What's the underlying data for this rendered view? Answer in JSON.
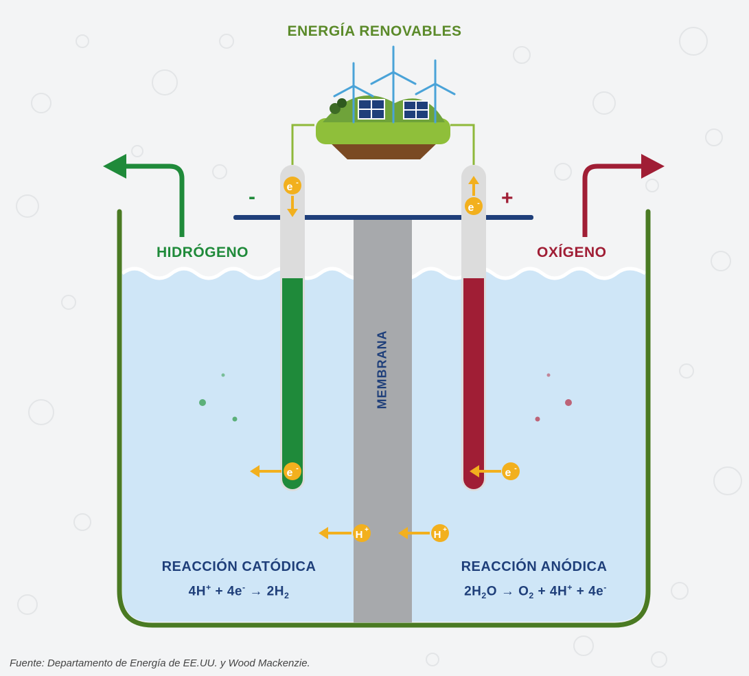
{
  "title": "ENERGÍA RENOVABLES",
  "labels": {
    "hydrogen": "HIDRÓGENO",
    "oxygen": "OXÍGENO",
    "membrane": "MEMBRANA",
    "minus": "-",
    "plus": "+"
  },
  "cathode": {
    "title": "REACCIÓN CATÓDICA",
    "equation": {
      "a": "4H",
      "a_sup": "+",
      "b": " + 4e",
      "b_sup": "-",
      "c": " → 2H",
      "c_sub": "2"
    },
    "color": "#1f8a3a"
  },
  "anode": {
    "title": "REACCIÓN ANÓDICA",
    "equation": {
      "a": "2H",
      "a_sub": "2",
      "b": "O → O",
      "b_sub": "2",
      "c": " + 4H",
      "c_sup": "+",
      "d": " + 4e",
      "d_sup": "-"
    },
    "color": "#a01e35"
  },
  "particles": {
    "electron": "e",
    "electron_charge": "-",
    "proton": "H",
    "proton_charge": "+"
  },
  "source": "Fuente: Departamento de Energía de EE.UU. y Wood Mackenzie.",
  "colors": {
    "water": "#cfe6f7",
    "tank": "#4a7a23",
    "membrane": "#a7a9ac",
    "bus": "#1f3f7a",
    "particle": "#f2b01e"
  }
}
